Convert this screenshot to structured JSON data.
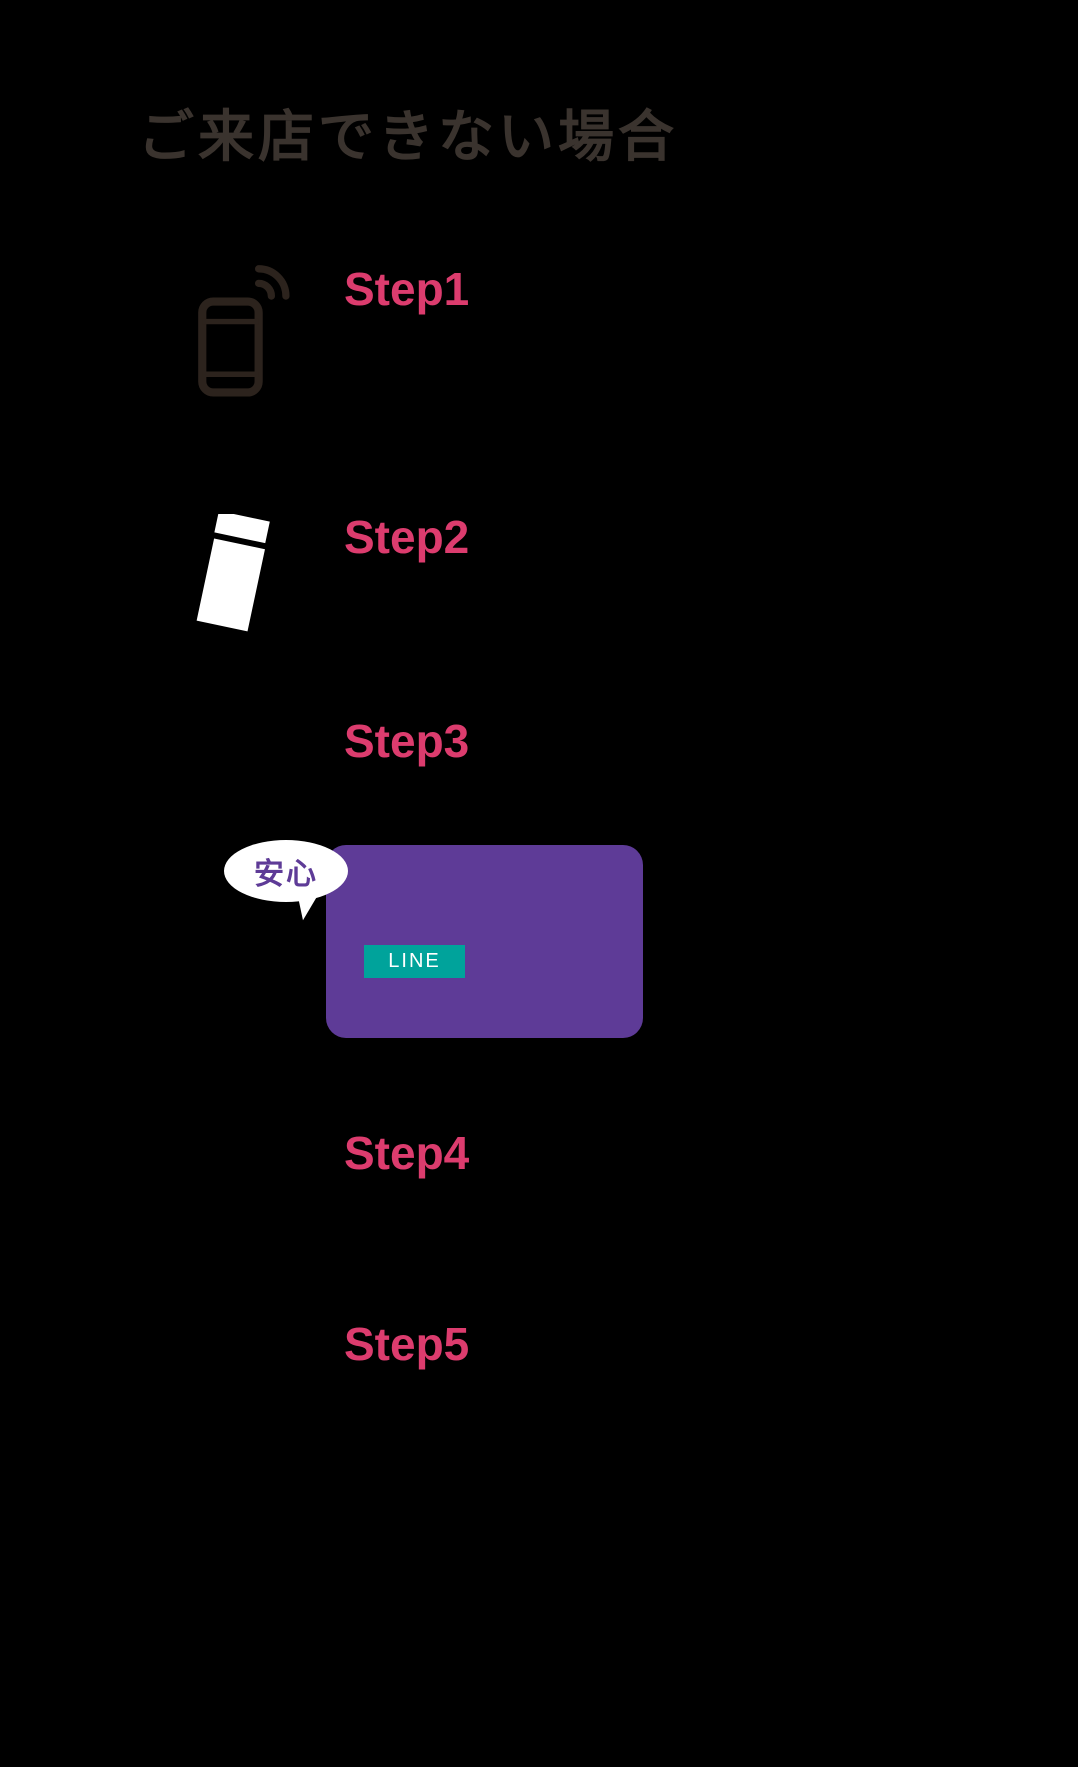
{
  "page": {
    "title": "ご来店できない場合",
    "background": "#000000",
    "title_color": "#3a332e"
  },
  "steps": [
    {
      "label": "Step1"
    },
    {
      "label": "Step2"
    },
    {
      "label": "Step3"
    },
    {
      "label": "Step4"
    },
    {
      "label": "Step5"
    }
  ],
  "line_card": {
    "badge_label": "LINE",
    "bubble_label": "安心",
    "card_color": "#5e3b97",
    "badge_color": "#00a39b"
  },
  "icons": {
    "step1": "smartphone-icon",
    "step2": "envelope-icon"
  },
  "colors": {
    "step_accent": "#dc3c6e",
    "icon_dark": "#2c231d",
    "envelope_fill": "#ffffff"
  }
}
